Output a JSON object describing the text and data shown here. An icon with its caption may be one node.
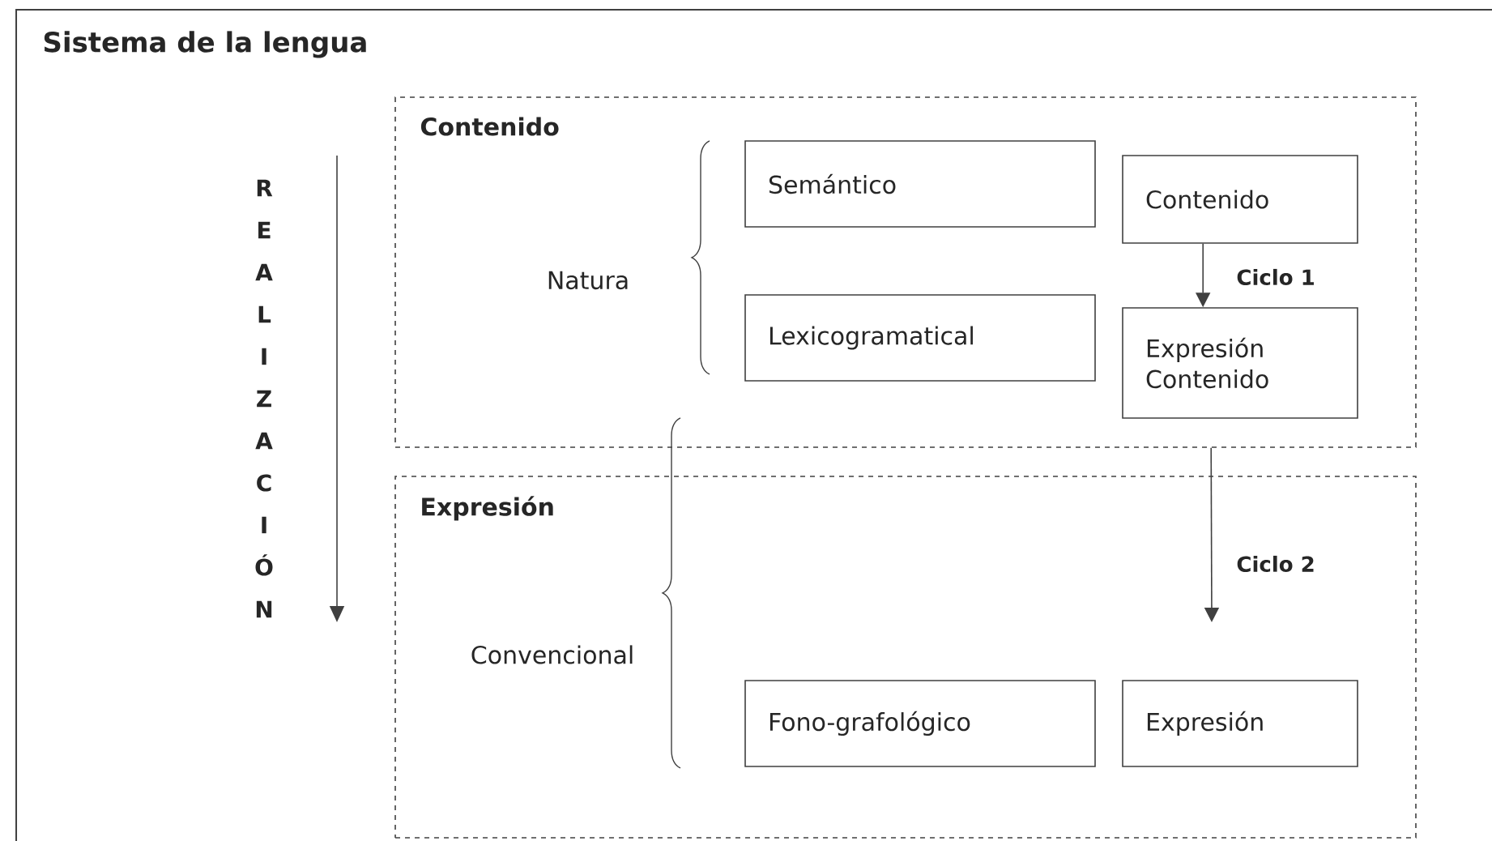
{
  "diagram": {
    "nodes": [
      {
        "text": [
          "Sistema de la lengua"
        ]
      },
      {
        "text": [
          "Contenido"
        ],
        "in": 0
      },
      {
        "text": [
          "Semántico"
        ],
        "in": 1
      },
      {
        "text": [
          "Lexicogramatical"
        ],
        "in": 1
      },
      {
        "text": [
          "Contenido"
        ],
        "in": 1
      },
      {
        "text": [
          "Expresión Contenido"
        ],
        "in": 1
      },
      {
        "text": [
          "Expresión"
        ],
        "in": 0
      },
      {
        "text": [
          "Fono-grafológico"
        ],
        "in": 6
      },
      {
        "text": [
          "Expresión"
        ],
        "in": 6
      }
    ],
    "edges": [
      {
        "from": 4,
        "to": 5,
        "arrow": "to",
        "label": "Ciclo 1"
      },
      {
        "from": 1,
        "to": null,
        "arrow": "to",
        "label": "Ciclo 2"
      }
    ],
    "labels": [
      "REALIZACIÓN",
      "Natura",
      "Convencional"
    ]
  }
}
